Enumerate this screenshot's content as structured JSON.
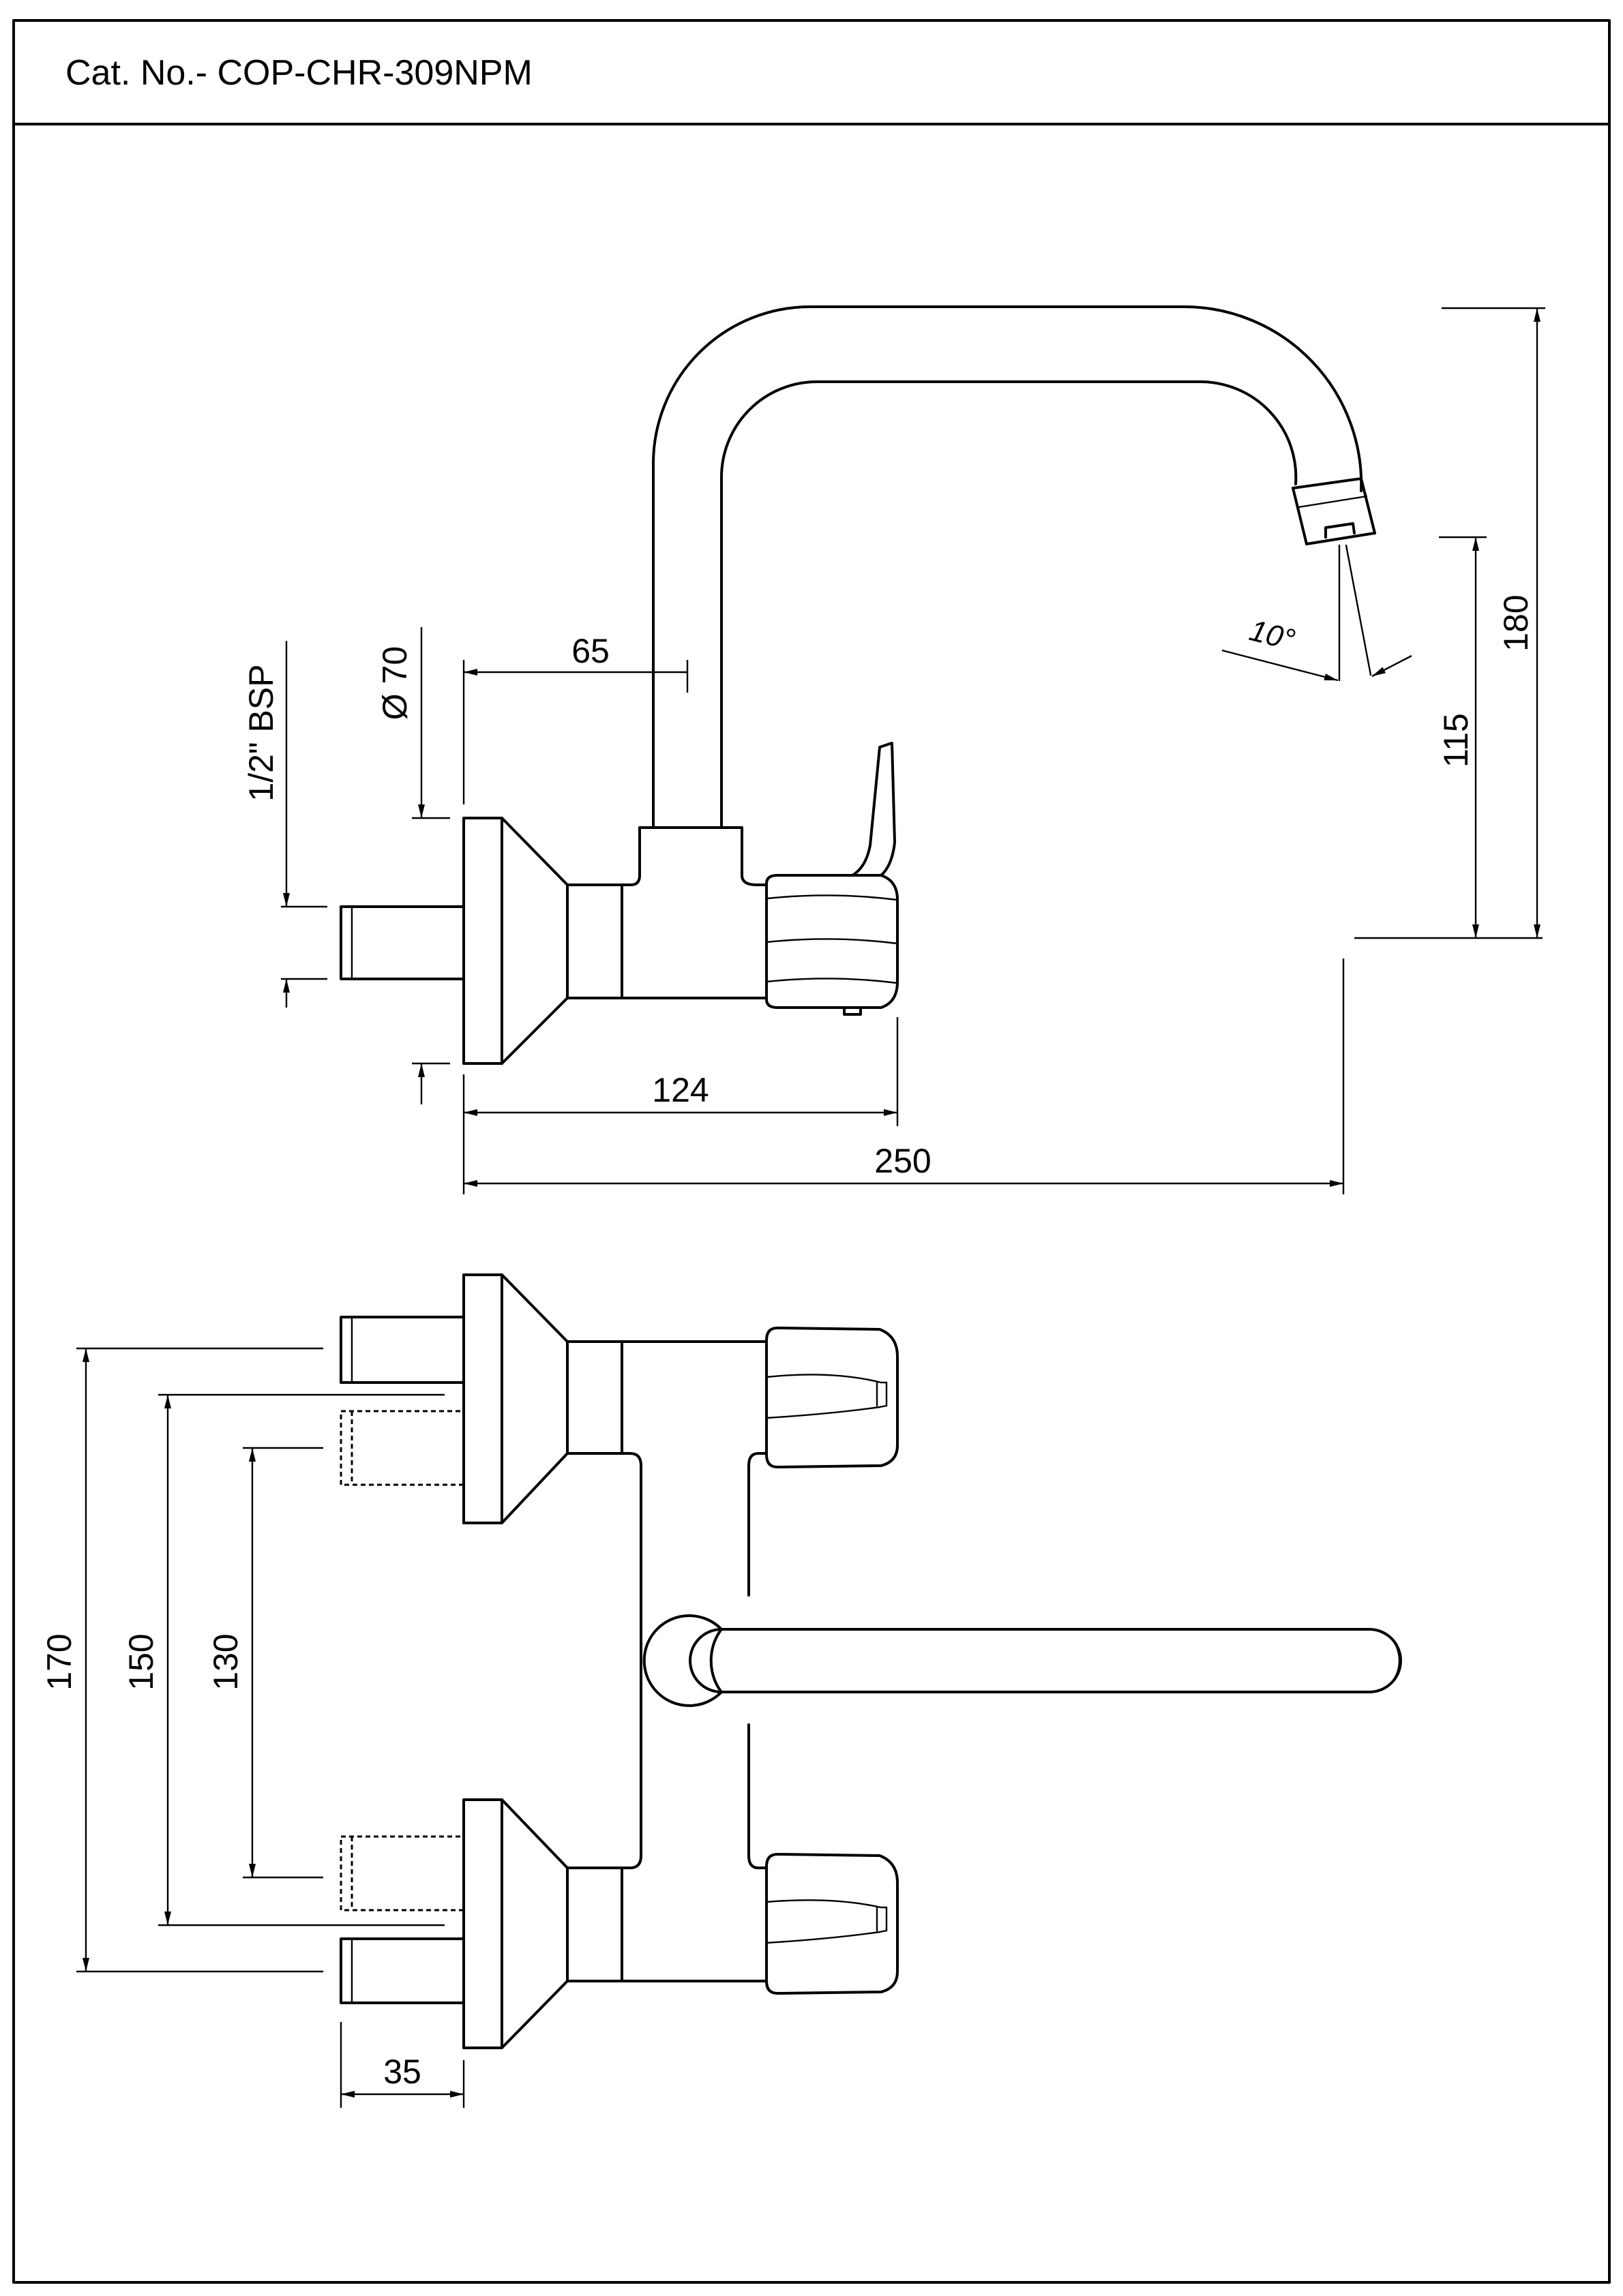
{
  "header": {
    "catalog_number": "Cat. No.- COP-CHR-309NPM"
  },
  "side_view": {
    "dimensions": {
      "pipe_thread": "1/2\" BSP",
      "flange_diameter": "Ø 70",
      "spout_offset": "65",
      "spout_angle": "10°",
      "outlet_height": "115",
      "spout_height": "180",
      "body_projection": "124",
      "spout_reach": "250"
    }
  },
  "top_view": {
    "dimensions": {
      "centres_max": "170",
      "centres_mid": "150",
      "centres_min": "130",
      "connector_length": "35"
    }
  }
}
